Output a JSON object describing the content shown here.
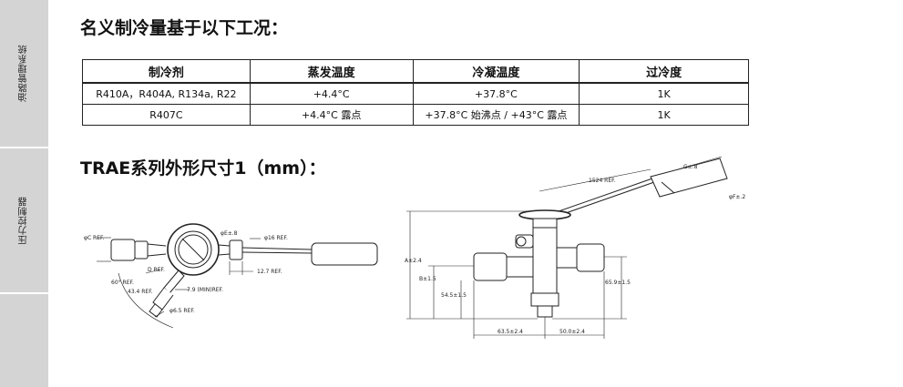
{
  "sidebar": {
    "tabs": [
      {
        "label": "油路管理系统"
      },
      {
        "label": "压力控制器"
      },
      {
        "label": ""
      }
    ]
  },
  "section1": {
    "title": "名义制冷量基于以下工况："
  },
  "table": {
    "headers": [
      "制冷剂",
      "蒸发温度",
      "冷凝温度",
      "过冷度"
    ],
    "rows": [
      [
        "R410A，R404A, R134a, R22",
        "+4.4°C",
        "+37.8°C",
        "1K"
      ],
      [
        "R407C",
        "+4.4°C 露点",
        "+37.8°C 始沸点 / +43°C 露点",
        "1K"
      ]
    ]
  },
  "section2": {
    "title": "TRAE系列外形尺寸1（mm）："
  },
  "drawing_left": {
    "labels": {
      "phi_c": "φC REF.",
      "phi_e": "φE±.8",
      "phi_16": "φ16 REF.",
      "d_ref": "D REF.",
      "dim_12_7": "12.7 REF.",
      "angle_60": "60° REF.",
      "dim_7_9": "7.9 (MIN)REF.",
      "dim_43_4": "43.4 REF.",
      "phi_6_5": "φ6.5 REF."
    }
  },
  "drawing_right": {
    "labels": {
      "g": "G±.8",
      "dim_1524": "1524 REF.",
      "phi_f": "φF±.2",
      "a": "A±2.4",
      "b": "B±1.5",
      "dim_54_5": "54.5±1.5",
      "dim_65_9": "65.9±1.5",
      "dim_63_5": "63.5±2.4",
      "dim_50_0": "50.0±2.4"
    }
  }
}
